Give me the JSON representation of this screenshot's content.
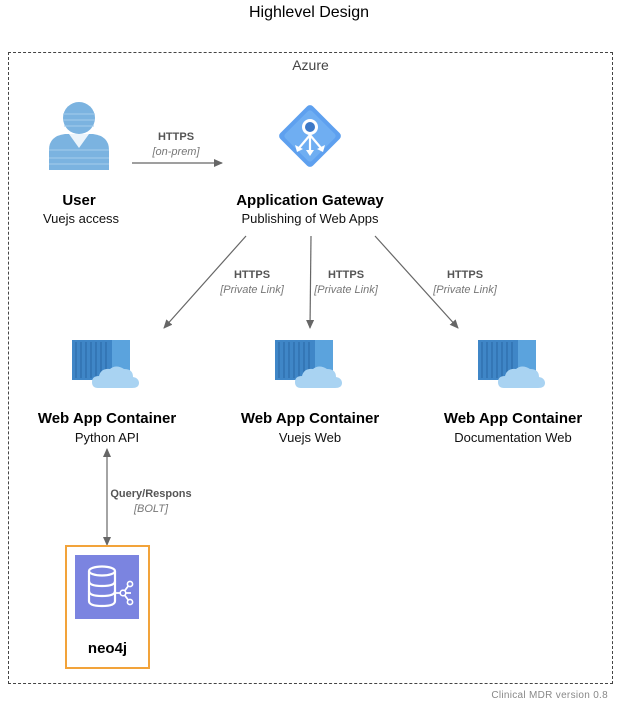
{
  "title": "Highlevel Design",
  "boundary": {
    "label": "Azure"
  },
  "nodes": {
    "user": {
      "title": "User",
      "desc": "Vuejs access",
      "icon": "user-icon"
    },
    "gateway": {
      "title": "Application Gateway",
      "desc": "Publishing of Web Apps",
      "icon": "application-gateway-icon"
    },
    "api": {
      "title": "Web App Container",
      "desc": "Python API",
      "icon": "container-cloud-icon"
    },
    "web": {
      "title": "Web App Container",
      "desc": "Vuejs Web",
      "icon": "container-cloud-icon"
    },
    "docs": {
      "title": "Web App Container",
      "desc": "Documentation Web",
      "icon": "container-cloud-icon"
    },
    "neo4j": {
      "title": "neo4j",
      "icon": "graph-database-icon"
    }
  },
  "edges": {
    "user_gateway": {
      "label": "HTTPS",
      "tech": "[on-prem]"
    },
    "gateway_api": {
      "label": "HTTPS",
      "tech": "[Private Link]"
    },
    "gateway_web": {
      "label": "HTTPS",
      "tech": "[Private Link]"
    },
    "gateway_docs": {
      "label": "HTTPS",
      "tech": "[Private Link]"
    },
    "api_neo4j": {
      "label": "Query/Respons",
      "tech": "[BOLT]"
    }
  },
  "colors": {
    "user_blue": "#7BB3E0",
    "gateway_blue": "#5EA0EF",
    "container_blue": "#3F86C7",
    "cloud_blue": "#A9D3F2",
    "db_purple": "#7B84E0",
    "db_border": "#F2A33A",
    "arrow": "#666666"
  },
  "footer": "Clinical MDR version 0.8"
}
